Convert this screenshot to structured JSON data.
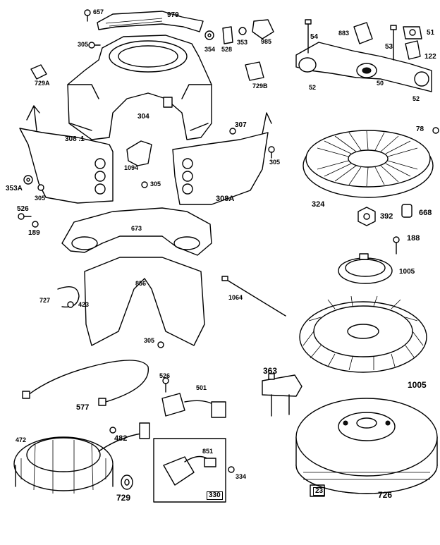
{
  "labels": {
    "l657": "657",
    "l979": "979",
    "l305a": "305",
    "l354": "354",
    "l528": "528",
    "l353": "353",
    "l985": "985",
    "l883": "883",
    "l54": "54",
    "l51": "51",
    "l53": "53",
    "l122": "122",
    "l52a": "52",
    "l50": "50",
    "l52b": "52",
    "l729a": "729A",
    "l729b": "729B",
    "l304": "304",
    "l307": "307",
    "l308_1": "308 .1",
    "l1094": "1094",
    "l305b": "305",
    "l353a": "353A",
    "l305c": "305",
    "l305d": "305",
    "l308a": "308A",
    "l526a": "526",
    "l189": "189",
    "l673": "673",
    "l78": "78",
    "l324": "324",
    "l392": "392",
    "l668": "668",
    "l188": "188",
    "l1005a": "1005",
    "l856": "856",
    "l727": "727",
    "l423": "423",
    "l1064": "1064",
    "l305e": "305",
    "l363": "363",
    "l1005b": "1005",
    "l577": "577",
    "l526b": "526",
    "l501": "501",
    "l472": "472",
    "l482": "482",
    "l851": "851",
    "l334": "334",
    "l330": "330",
    "l729": "729",
    "l23": "23",
    "l726": "726"
  }
}
